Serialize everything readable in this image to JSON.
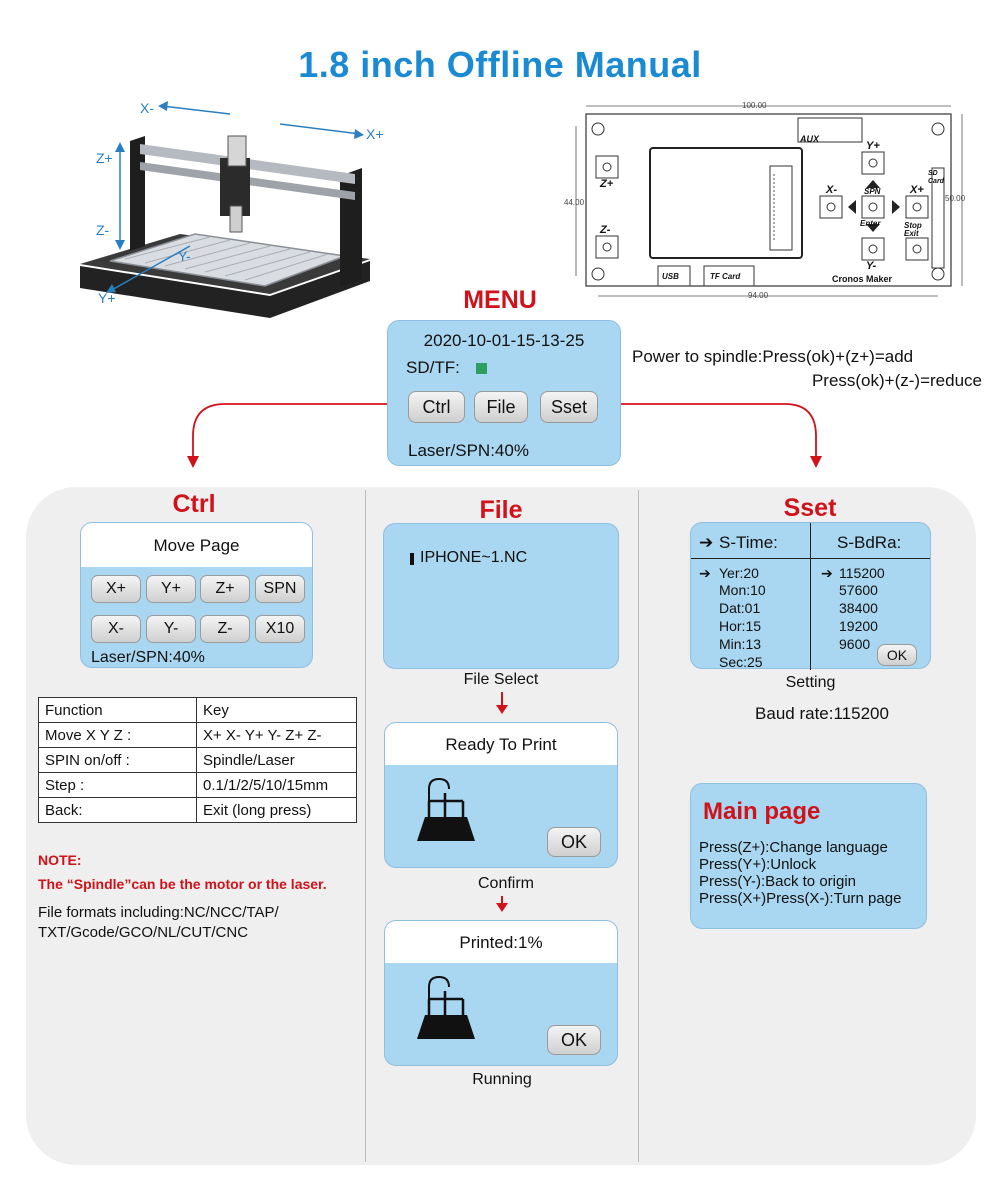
{
  "title": "1.8 inch  Offline Manual",
  "machine": {
    "axes": {
      "x_minus": "X-",
      "x_plus": "X+",
      "z_plus": "Z+",
      "z_minus": "Z-",
      "y_minus": "Y-",
      "y_plus": "Y+"
    }
  },
  "board": {
    "top_dim": "100.00",
    "bottom_dim": "94.00",
    "left_dim": "44.00",
    "right_dim": "50.00",
    "aux": "AUX",
    "z_plus": "Z+",
    "z_minus": "Z-",
    "y_plus": "Y+",
    "y_minus": "Y-",
    "x_minus": "X-",
    "x_plus": "X+",
    "spn": "SPN",
    "enter": "Enter",
    "stop_exit": "Stop Exit",
    "sd_card": "SD Card",
    "usb": "USB",
    "tf_card": "TF Card",
    "brand": "Cronos Maker"
  },
  "menu": {
    "title": "MENU",
    "datetime": "2020-10-01-15-13-25",
    "sd_label": "SD/TF:",
    "buttons": [
      "Ctrl",
      "File",
      "Sset"
    ],
    "laser": "Laser/SPN:40%"
  },
  "power": {
    "line1": "Power to spindle:Press(ok)+(z+)=add",
    "line2": "Press(ok)+(z-)=reduce"
  },
  "colors": {
    "accent_red": "#d0121b",
    "title_blue": "#1a8ad2",
    "lcd_blue": "#a9d6f0",
    "sd_green": "#2e9e61"
  },
  "ctrl": {
    "title": "Ctrl",
    "page_title": "Move Page",
    "keys_row1": [
      "X+",
      "Y+",
      "Z+",
      "SPN"
    ],
    "keys_row2": [
      "X-",
      "Y-",
      "Z-",
      "X10"
    ],
    "laser": "Laser/SPN:40%",
    "table": [
      [
        "Function",
        "Key"
      ],
      [
        "Move X Y Z :",
        "X+ X- Y+ Y- Z+ Z-"
      ],
      [
        "SPIN on/off :",
        "Spindle/Laser"
      ],
      [
        "Step :",
        "0.1/1/2/5/10/15mm"
      ],
      [
        "Back:",
        "Exit (long press)"
      ]
    ],
    "note_heading": "NOTE:",
    "note_text": "The “Spindle”can be the motor or the laser.",
    "formats_line1": "File formats including:NC/NCC/TAP/",
    "formats_line2": "TXT/Gcode/GCO/NL/CUT/CNC"
  },
  "file": {
    "title": "File",
    "filename": "IPHONE~1.NC",
    "step1": "File Select",
    "ready_title": "Ready To Print",
    "ok": "OK",
    "step2": "Confirm",
    "printed_title": "Printed:1%",
    "step3": "Running"
  },
  "sset": {
    "title": "Sset",
    "time_head": "S-Time:",
    "baud_head": "S-BdRa:",
    "time_items": [
      "Yer:20",
      "Mon:10",
      "Dat:01",
      "Hor:15",
      "Min:13",
      "Sec:25"
    ],
    "baud_items": [
      "115200",
      "57600",
      "38400",
      "19200",
      "9600"
    ],
    "ok": "OK",
    "caption": "Setting",
    "baud_rate": "Baud rate:115200"
  },
  "main_page": {
    "title": "Main page",
    "lines": [
      "Press(Z+):Change language",
      "Press(Y+):Unlock",
      "Press(Y-):Back to origin",
      "Press(X+)Press(X-):Turn page"
    ]
  }
}
